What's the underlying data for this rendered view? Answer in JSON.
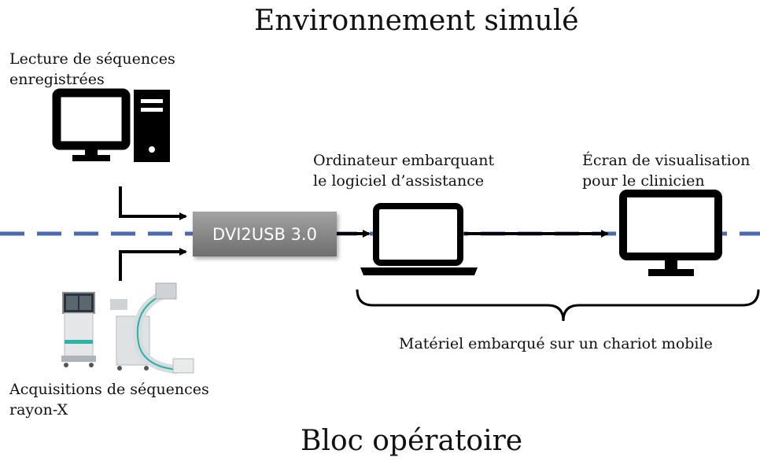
{
  "title_top": "Environnement simulé",
  "title_bottom": "Bloc opératoire",
  "labels": {
    "recorded_line1": "Lecture de séquences",
    "recorded_line2": "enregistrées",
    "acq_line1": "Acquisitions de séquences",
    "acq_line2": "rayon-X",
    "computer_line1": "Ordinateur embarquant",
    "computer_line2": "le logiciel d’assistance",
    "screen_line1": "Écran de visualisation",
    "screen_line2": "pour le clinicien",
    "brace": "Matériel embarqué sur un chariot mobile"
  },
  "device": "DVI2USB 3.0",
  "colors": {
    "divider": "#4a6aad",
    "device_bg": "#8c8c8c"
  },
  "icons": [
    "desktop-computer-icon",
    "laptop-icon",
    "monitor-icon",
    "xray-c-arm-image"
  ]
}
